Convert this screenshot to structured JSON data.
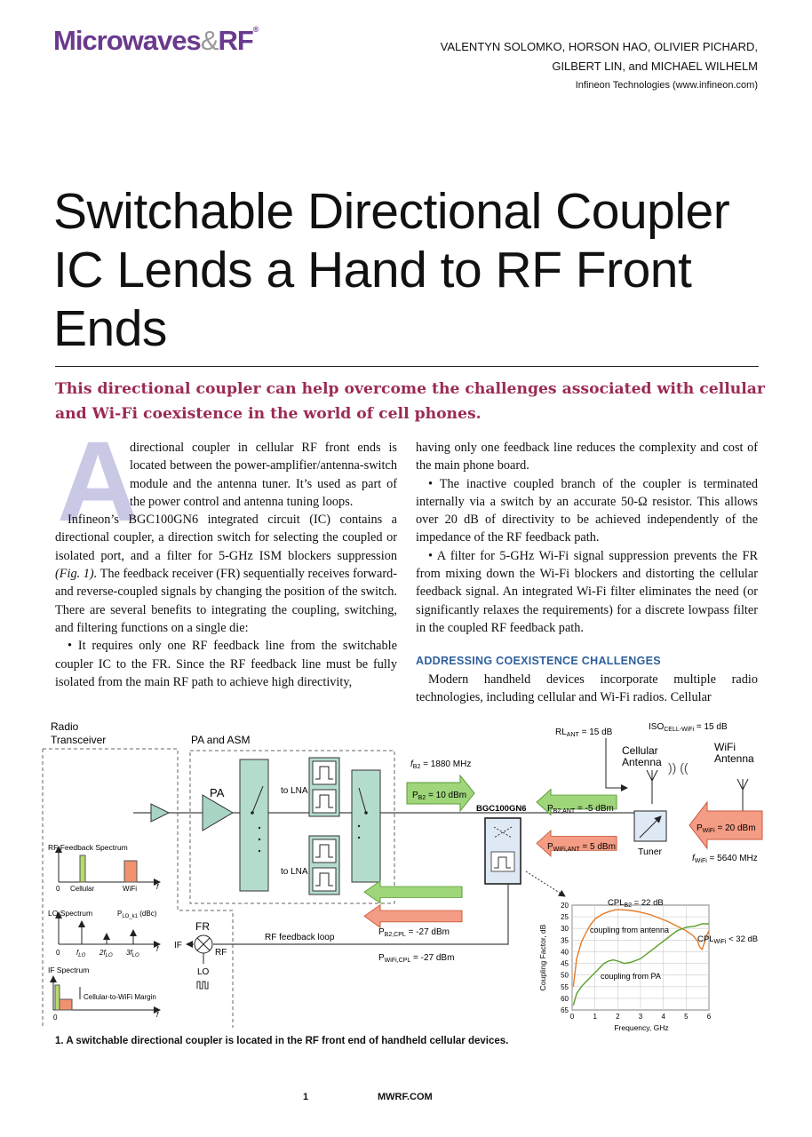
{
  "header": {
    "logo_main": "Microwaves",
    "logo_amp": "&",
    "logo_rf": "RF",
    "authors_line1": "VALENTYN SOLOMKO, HORSON HAO, OLIVIER PICHARD,",
    "authors_line2": "GILBERT LIN, and MICHAEL WILHELM",
    "affiliation": "Infineon Technologies (www.infineon.com)"
  },
  "article": {
    "title": "Switchable Directional Coupler IC Lends a Hand to RF Front Ends",
    "deck": "This directional coupler can help overcome the challenges associated with cellular and Wi-Fi coexistence in the world of cell phones.",
    "dropcap": "A",
    "left_col": {
      "p1": "directional coupler in cellular RF front ends is located between the power-amplifier/antenna-switch module and the antenna tuner. It’s used as part of the power control and antenna tuning loops.",
      "p2_a": "Infineon’s BGC100GN6 integrated circuit (IC) contains a directional coupler, a direction switch for selecting the coupled or isolated port, and a filter for 5-GHz ISM blockers suppression ",
      "p2_fig": "(Fig. 1).",
      "p2_b": " The feedback receiver (FR) sequentially receives forward- and reverse-coupled signals by changing the position of the switch. There are several benefits to integrating the coupling, switching, and filtering functions on a single die:",
      "p3": "• It requires only one RF feedback line from the switchable coupler IC to the FR. Since the RF feedback line must be fully isolated from the main RF path to achieve high directivity,"
    },
    "right_col": {
      "p1": "having only one feedback line reduces the complexity and cost of the main phone board.",
      "p2": "• The inactive coupled branch of the coupler is terminated internally via a switch by an accurate 50-Ω resistor. This allows over 20 dB of directivity to be achieved independently of the impedance of the RF feedback path.",
      "p3": "• A filter for 5-GHz Wi-Fi signal suppression prevents the FR from mixing down the Wi-Fi blockers and distorting the cellular feedback signal. An integrated Wi-Fi filter eliminates the need (or significantly relaxes the requirements) for a discrete lowpass filter in the coupled RF feedback path.",
      "heading": "ADDRESSING COEXISTENCE CHALLENGES",
      "p4": "Modern handheld devices incorporate multiple radio technologies, including cellular and Wi-Fi radios. Cellular"
    }
  },
  "figure": {
    "caption": "1. A switchable directional coupler is located in the RF front end of handheld cellular devices.",
    "labels": {
      "radio": "Radio",
      "transceiver": "Transceiver",
      "pa_asm": "PA and ASM",
      "pa": "PA",
      "to_lna_1": "to LNA",
      "to_lna_2": "to LNA",
      "fb2": "f",
      "fb2_sub": "B2",
      "fb2_val": " = 1880 MHz",
      "pb2": "P",
      "pb2_sub": "B2",
      "pb2_val": " = 10 dBm",
      "ic_name": "BGC100GN6",
      "pb2ant": "P",
      "pb2ant_sub": "B2,ANT",
      "pb2ant_val": " = -5 dBm",
      "pwifiant": "P",
      "pwifiant_sub": "WiFi,ANT",
      "pwifiant_val": " = 5 dBm",
      "rlant": "RL",
      "rlant_sub": "ANT",
      "rlant_val": " = 15 dB",
      "iso": "ISO",
      "iso_sub": "CELL-WiFi",
      "iso_val": " = 15 dB",
      "cell_ant_1": "Cellular",
      "cell_ant_2": "Antenna",
      "wifi_ant_1": "WiFi",
      "wifi_ant_2": "Antenna",
      "tuner": "Tuner",
      "pwifi": "P",
      "pwifi_sub": "WiFi",
      "pwifi_val": " = 20 dBm",
      "fwifi": "f",
      "fwifi_sub": "WiFi",
      "fwifi_val": " = 5640 MHz",
      "rf_fb_spectrum": "RF Feedback Spectrum",
      "zero1": "0",
      "cellular": "Cellular",
      "wifi": "WiFi",
      "f1": "f",
      "lo_spectrum": "LO Spectrum",
      "plo": "P",
      "plo_sub": "LO_k1",
      "plo_val": " (dBc)",
      "zero2": "0",
      "flo": "f",
      "flo_sub": "LO",
      "two_flo": "2f",
      "two_flo_sub": "LO",
      "three_flo": "3f",
      "three_flo_sub": "LO",
      "f2": "f",
      "if_spectrum": "IF Spectrum",
      "margin": "Cellular-to-WiFi Margin",
      "zero3": "0",
      "f3": "f",
      "fr": "FR",
      "if": "IF",
      "rf": "RF",
      "lo": "LO",
      "rf_fb_loop": "RF feedback loop",
      "pb2cpl": "P",
      "pb2cpl_sub": "B2,CPL",
      "pb2cpl_val": " = -27 dBm",
      "pwificpl": "P",
      "pwificpl_sub": "WiFi,CPL",
      "pwificpl_val": " = -27 dBm"
    }
  },
  "chart_data": {
    "type": "line",
    "xlabel": "Frequency, GHz",
    "ylabel": "Coupling Factor, dB",
    "xlim": [
      0,
      6
    ],
    "ylim": [
      65,
      20
    ],
    "y_inverted": true,
    "xticks": [
      "0",
      "1",
      "2",
      "3",
      "4",
      "5",
      "6"
    ],
    "yticks": [
      "20",
      "25",
      "30",
      "35",
      "40",
      "45",
      "50",
      "55",
      "60",
      "65"
    ],
    "grid": true,
    "annotations": {
      "cpl_b2": "CPL",
      "cpl_b2_sub": "B2",
      "cpl_b2_val": " = 22 dB",
      "cpl_wifi": "CPL",
      "cpl_wifi_sub": "WiFi",
      "cpl_wifi_val": " < 32 dB",
      "ant_label": "coupling from antenna",
      "pa_label": "coupling from PA"
    },
    "series": [
      {
        "name": "coupling from antenna",
        "color": "#e57a25",
        "x": [
          0.05,
          0.2,
          0.4,
          0.6,
          0.8,
          1.0,
          1.3,
          1.6,
          1.9,
          2.2,
          2.6,
          3.0,
          3.4,
          3.8,
          4.2,
          4.6,
          5.0,
          5.3,
          5.5,
          5.6,
          5.7,
          5.8,
          5.9,
          6.0
        ],
        "values": [
          55,
          43,
          36,
          32,
          28.5,
          26,
          24,
          22.8,
          22,
          22,
          22.3,
          23,
          24,
          25.5,
          27,
          29,
          31,
          33,
          35.5,
          38,
          39,
          36,
          33,
          31
        ]
      },
      {
        "name": "coupling from PA",
        "color": "#5aa02c",
        "x": [
          0.05,
          0.2,
          0.4,
          0.6,
          0.8,
          1.0,
          1.2,
          1.4,
          1.6,
          1.8,
          2.0,
          2.3,
          2.6,
          3.0,
          3.4,
          3.8,
          4.2,
          4.6,
          5.0,
          5.4,
          5.7,
          6.0
        ],
        "values": [
          63,
          58,
          55,
          53,
          51,
          49,
          47,
          45,
          44,
          43.5,
          44,
          45,
          44.5,
          43,
          40,
          37,
          34,
          31,
          29.5,
          29,
          28,
          28
        ]
      }
    ]
  },
  "footer": {
    "page": "1",
    "site": "MWRF.COM"
  }
}
